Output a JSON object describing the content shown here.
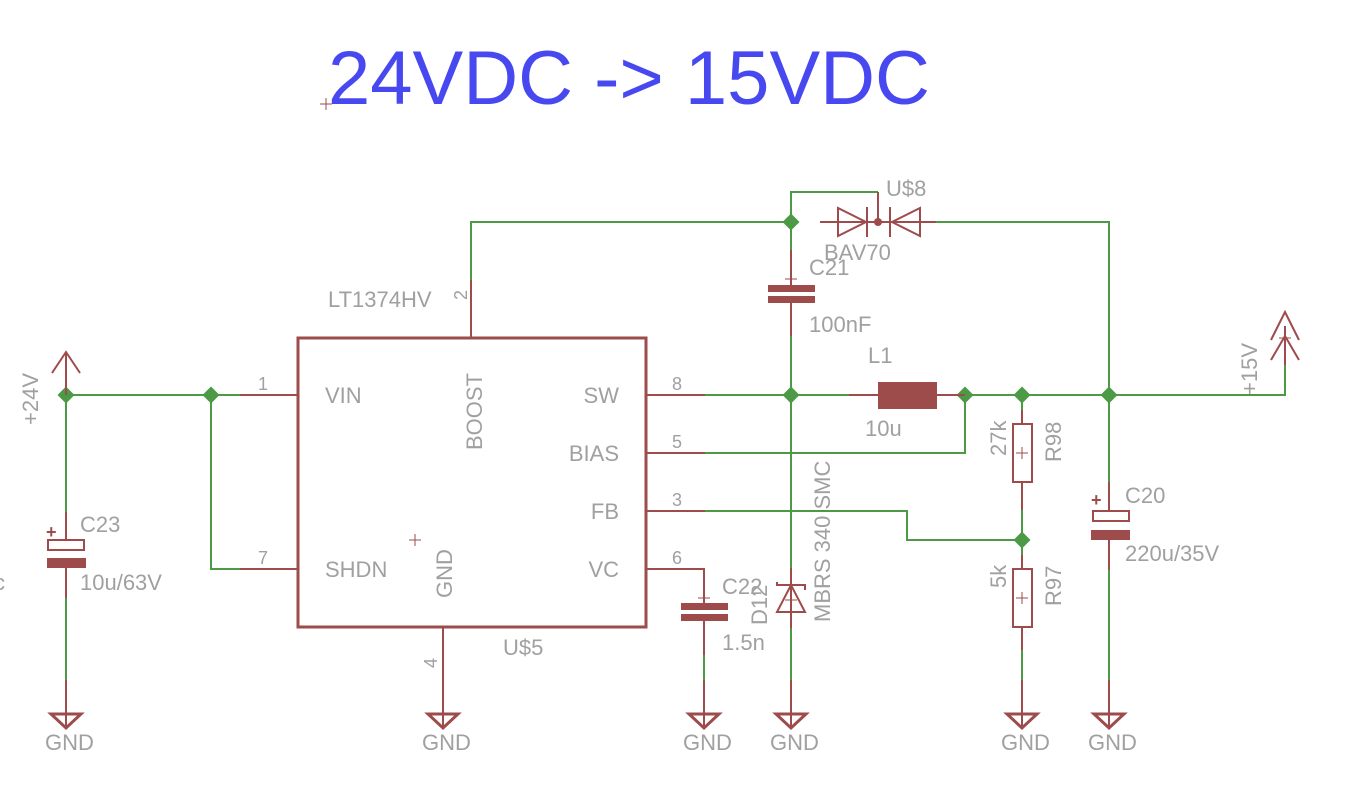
{
  "title": "24VDC -> 15VDC",
  "colors": {
    "title": "#4848f0",
    "wire": "#4d9a46",
    "part": "#9e4b4b",
    "label": "#a0a0a0",
    "background": "#ffffff"
  },
  "ic": {
    "name": "U$5",
    "value": "LT1374HV",
    "pins_left": [
      {
        "num": "1",
        "name": "VIN"
      },
      {
        "num": "7",
        "name": "SHDN"
      }
    ],
    "pins_right": [
      {
        "num": "8",
        "name": "SW"
      },
      {
        "num": "5",
        "name": "BIAS"
      },
      {
        "num": "3",
        "name": "FB"
      },
      {
        "num": "6",
        "name": "VC"
      }
    ],
    "pin_top": {
      "num": "2",
      "name": "BOOST"
    },
    "pin_bottom": {
      "num": "4",
      "name": "GND"
    }
  },
  "supplies": {
    "input": "+24V",
    "output": "+15V",
    "ground": "GND"
  },
  "components": {
    "c23": {
      "name": "C23",
      "value": "10u/63V"
    },
    "c21": {
      "name": "C21",
      "value": "100nF"
    },
    "c22": {
      "name": "C22",
      "value": "1.5n"
    },
    "c20": {
      "name": "C20",
      "value": "220u/35V"
    },
    "l1": {
      "name": "L1",
      "value": "10u"
    },
    "d12": {
      "name": "D12",
      "value": "MBRS 340 SMC"
    },
    "u8": {
      "name": "U$8",
      "value": "BAV70"
    },
    "r98": {
      "name": "R98",
      "value": "27k"
    },
    "r97": {
      "name": "R97",
      "value": "5k"
    }
  },
  "edge_fragment": "c"
}
